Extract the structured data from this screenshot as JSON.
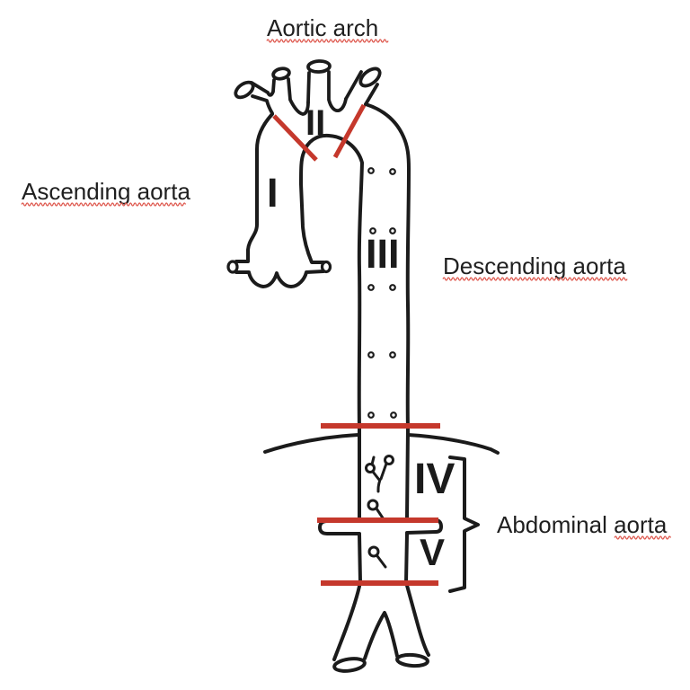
{
  "labels": {
    "aortic_arch": "Aortic arch",
    "ascending_aorta": "Ascending aorta",
    "descending_aorta": "Descending aorta",
    "abdominal_aorta": "Abdominal aorta"
  },
  "segment_numerals": {
    "n1": "I",
    "n2": "II",
    "n3": "III",
    "n4": "IV",
    "n5": "V"
  },
  "colors": {
    "outline_black": "#1b1b1b",
    "section_marker_red": "#c5382c",
    "spellcheck_squiggle_red": "#de584e",
    "text": "#1f1f1f",
    "background": "#ffffff"
  }
}
